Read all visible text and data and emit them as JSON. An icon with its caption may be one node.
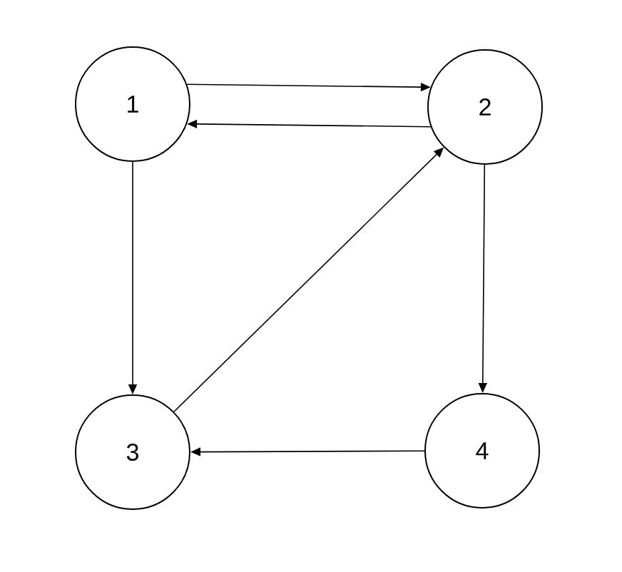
{
  "diagram": {
    "nodes": [
      {
        "text": [
          "1"
        ]
      },
      {
        "text": [
          "2"
        ]
      },
      {
        "text": [
          "3"
        ]
      },
      {
        "text": [
          "4"
        ]
      }
    ],
    "edges": [
      {
        "from": 0,
        "to": 1,
        "arrow": "to"
      },
      {
        "from": 1,
        "to": 0,
        "arrow": "to"
      },
      {
        "from": 0,
        "to": 2,
        "arrow": "to"
      },
      {
        "from": 2,
        "to": 1,
        "arrow": "to"
      },
      {
        "from": 1,
        "to": 3,
        "arrow": "to"
      },
      {
        "from": 3,
        "to": 2,
        "arrow": "to"
      }
    ]
  }
}
